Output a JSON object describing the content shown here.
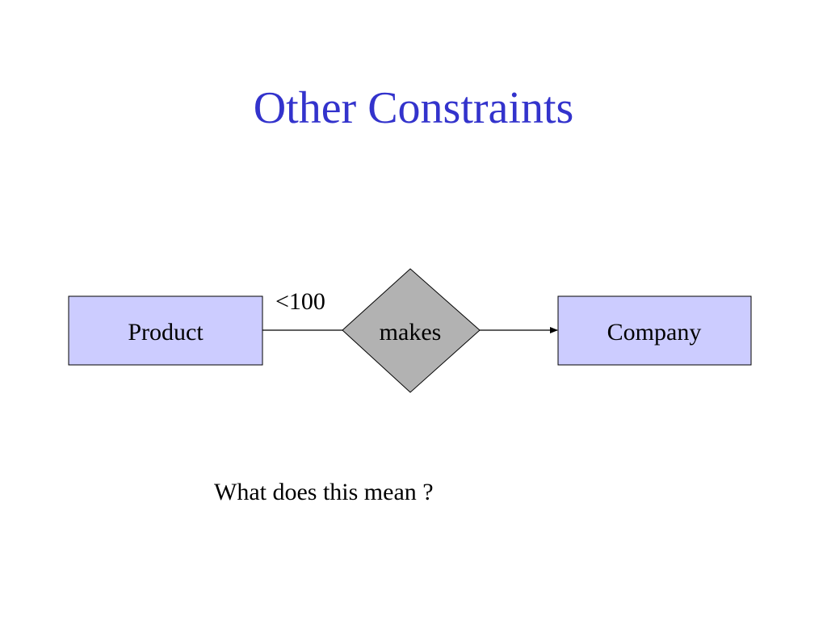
{
  "slide": {
    "title": "Other Constraints",
    "question": "What does this mean ?"
  },
  "diagram": {
    "entities": [
      {
        "label": "Product"
      },
      {
        "label": "Company"
      }
    ],
    "relationship": {
      "label": "makes"
    },
    "constraint_label": "<100",
    "colors": {
      "title": "#3333cc",
      "entity_fill": "#ccccff",
      "relationship_fill": "#b2b2b2",
      "stroke": "#000000"
    }
  }
}
